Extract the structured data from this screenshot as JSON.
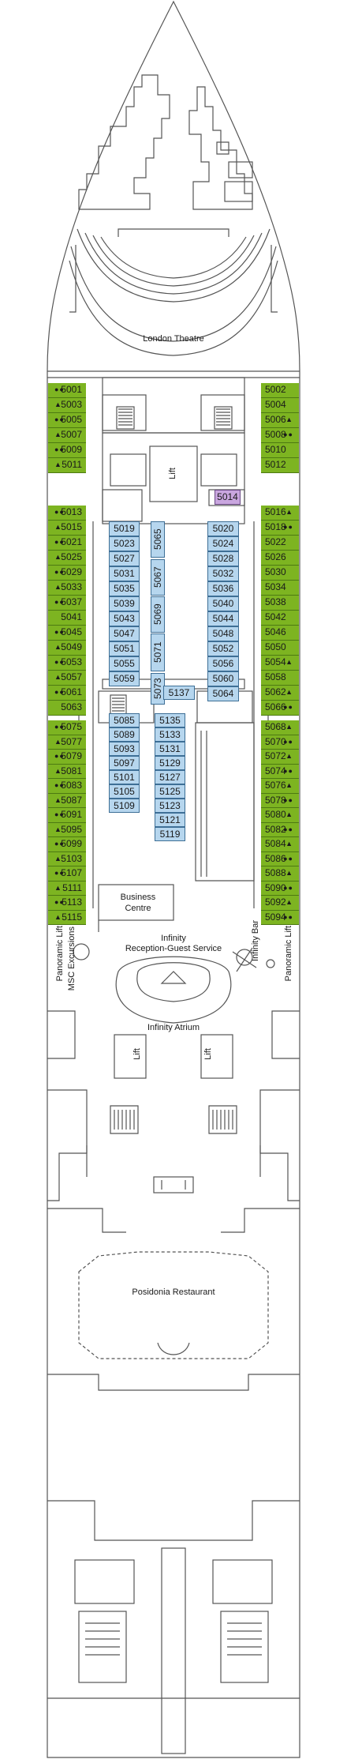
{
  "cabins_left_top": [
    {
      "num": "5001",
      "sym": "●●"
    },
    {
      "num": "5003",
      "sym": "▲"
    },
    {
      "num": "5005",
      "sym": "●●"
    },
    {
      "num": "5007",
      "sym": "▲"
    },
    {
      "num": "5009",
      "sym": "●●"
    },
    {
      "num": "5011",
      "sym": "▲"
    }
  ],
  "cabins_right_top": [
    {
      "num": "5002",
      "sym": ""
    },
    {
      "num": "5004",
      "sym": ""
    },
    {
      "num": "5006",
      "sym": "▲"
    },
    {
      "num": "5008",
      "sym": "●●"
    },
    {
      "num": "5010",
      "sym": ""
    },
    {
      "num": "5012",
      "sym": ""
    }
  ],
  "cabins_left_mid": [
    {
      "num": "5013",
      "sym": "●●"
    },
    {
      "num": "5015",
      "sym": "▲"
    },
    {
      "num": "5021",
      "sym": "●●"
    },
    {
      "num": "5025",
      "sym": "▲"
    },
    {
      "num": "5029",
      "sym": "●●"
    },
    {
      "num": "5033",
      "sym": "▲"
    },
    {
      "num": "5037",
      "sym": "●●"
    },
    {
      "num": "5041",
      "sym": ""
    },
    {
      "num": "5045",
      "sym": "●●"
    },
    {
      "num": "5049",
      "sym": "▲"
    },
    {
      "num": "5053",
      "sym": "●●"
    },
    {
      "num": "5057",
      "sym": "▲"
    },
    {
      "num": "5061",
      "sym": "●●"
    },
    {
      "num": "5063",
      "sym": ""
    }
  ],
  "cabins_right_mid": [
    {
      "num": "5016",
      "sym": "▲"
    },
    {
      "num": "5018",
      "sym": "●●"
    },
    {
      "num": "5022",
      "sym": ""
    },
    {
      "num": "5026",
      "sym": ""
    },
    {
      "num": "5030",
      "sym": ""
    },
    {
      "num": "5034",
      "sym": ""
    },
    {
      "num": "5038",
      "sym": ""
    },
    {
      "num": "5042",
      "sym": ""
    },
    {
      "num": "5046",
      "sym": ""
    },
    {
      "num": "5050",
      "sym": ""
    },
    {
      "num": "5054",
      "sym": "▲"
    },
    {
      "num": "5058",
      "sym": ""
    },
    {
      "num": "5062",
      "sym": "▲"
    },
    {
      "num": "5066",
      "sym": "●●"
    }
  ],
  "cabins_left_low": [
    {
      "num": "5075",
      "sym": "●●"
    },
    {
      "num": "5077",
      "sym": "▲"
    },
    {
      "num": "5079",
      "sym": "●●"
    },
    {
      "num": "5081",
      "sym": "▲"
    },
    {
      "num": "5083",
      "sym": "●●"
    },
    {
      "num": "5087",
      "sym": "▲"
    },
    {
      "num": "5091",
      "sym": "●●"
    },
    {
      "num": "5095",
      "sym": "▲"
    },
    {
      "num": "5099",
      "sym": "●●"
    },
    {
      "num": "5103",
      "sym": "▲"
    },
    {
      "num": "5107",
      "sym": "●●"
    },
    {
      "num": "5111",
      "sym": "▲"
    },
    {
      "num": "5113",
      "sym": "●●"
    },
    {
      "num": "5115",
      "sym": "▲"
    }
  ],
  "cabins_right_low": [
    {
      "num": "5068",
      "sym": "▲"
    },
    {
      "num": "5070",
      "sym": "●●"
    },
    {
      "num": "5072",
      "sym": "▲"
    },
    {
      "num": "5074",
      "sym": "●●"
    },
    {
      "num": "5076",
      "sym": "▲"
    },
    {
      "num": "5078",
      "sym": "●●"
    },
    {
      "num": "5080",
      "sym": "▲"
    },
    {
      "num": "5082",
      "sym": "●●"
    },
    {
      "num": "5084",
      "sym": "▲"
    },
    {
      "num": "5086",
      "sym": "●●"
    },
    {
      "num": "5088",
      "sym": "▲"
    },
    {
      "num": "5090",
      "sym": "●●"
    },
    {
      "num": "5092",
      "sym": "▲"
    },
    {
      "num": "5094",
      "sym": "●●"
    }
  ],
  "cabins_inner_left_top": [
    "5019",
    "5023",
    "5027",
    "5031",
    "5035",
    "5039",
    "5043",
    "5047",
    "5051",
    "5055",
    "5059"
  ],
  "cabins_inner_left_vert": [
    "5065",
    "5067",
    "5069",
    "5071",
    "5073"
  ],
  "cabins_inner_right_top": [
    "5020",
    "5024",
    "5028",
    "5032",
    "5036",
    "5040",
    "5044",
    "5048",
    "5052",
    "5056",
    "5060",
    "5064"
  ],
  "cabin_purple": "5014",
  "cabin_5137": "5137",
  "cabins_inner_low_a": [
    "5085",
    "5089",
    "5093",
    "5097",
    "5101",
    "5105",
    "5109"
  ],
  "cabins_inner_low_b": [
    "5135",
    "5133",
    "5131",
    "5129",
    "5127",
    "5125",
    "5123",
    "5121",
    "5119"
  ],
  "labels": {
    "london_theatre": "London Theatre",
    "lift_top": "Lift",
    "business_centre_1": "Business",
    "business_centre_2": "Centre",
    "panoramic_lift_left": "Panoramic Lift",
    "msc_excursions": "MSC Excursions",
    "infinity_bar": "Infinity Bar",
    "panoramic_lift_right": "Panoramic Lift",
    "infinity": "Infinity",
    "reception": "Reception-Guest Service",
    "infinity_atrium": "Infinity Atrium",
    "lift_a": "Lift",
    "lift_b": "Lift",
    "posidonia_restaurant": "Posidonia Restaurant"
  },
  "colors": {
    "green_cabin": "#7db421",
    "blue_cabin": "#b6d6ee",
    "purple_cabin": "#c9a6df",
    "line": "#555555"
  }
}
